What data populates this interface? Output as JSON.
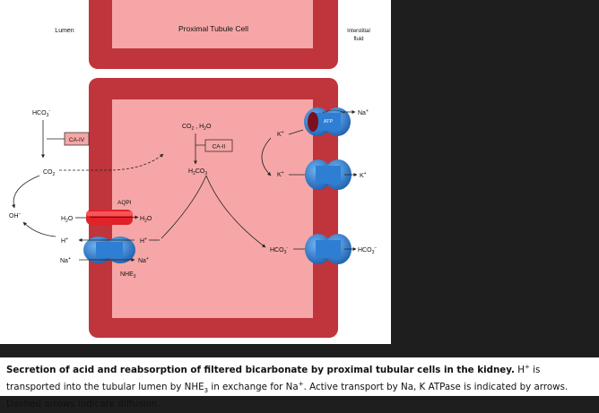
{
  "colors": {
    "cell_border": "#c0343c",
    "cell_fill": "#f6a6a6",
    "transporter": "#2e7ed4",
    "aquaporin": "#e0222a",
    "atpase_core": "#7a1020"
  },
  "labels": {
    "lumen": "Lumen",
    "proximal_tubule_cell": "Proximal Tubule Cell",
    "interstitial_line1": "Interstitial",
    "interstitial_line2": "fluid",
    "hco3_lumen": "HCO",
    "ca_iv": "CA-IV",
    "co2_lumen": "CO",
    "oh": "OH",
    "h2o_lumen": "H",
    "aqp1": "AQPI",
    "h2o_cell": "H",
    "h_lumen": "H",
    "h_cell": "H",
    "na_lumen": "Na",
    "na_cell": "Na",
    "nhe3": "NHE",
    "co2_h2o_cell": "CO",
    "ca_ii": "CA-II",
    "h2co3": "H",
    "k_in_top": "K",
    "k_in_bottom": "K",
    "atp": "ATP",
    "na_out": "Na",
    "k_out": "K",
    "hco3_cell": "HCO",
    "hco3_out": "HCO"
  },
  "caption": {
    "bold": "Secretion of acid and reabsorption of filtered bicarbonate by proximal tubular cells in the kidney.",
    "t1": " H",
    "t1_sup": "+",
    "t2": " is transported into the tubular lumen by NHE",
    "t2_sub": "3",
    "t3": " in exchange for Na",
    "t3_sup": "+",
    "t4": ". Active transport by Na, K ATPase is indicated by arrows. Dashed arrows indicate diffusion."
  }
}
